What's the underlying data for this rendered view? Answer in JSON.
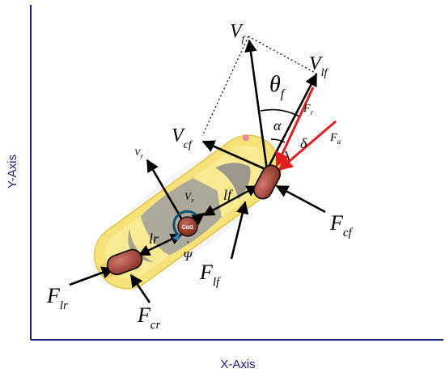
{
  "axes": {
    "x_label": "X-Axis",
    "y_label": "Y-Axis"
  },
  "labels": {
    "vf": {
      "main": "V",
      "sub": "f"
    },
    "vlf": {
      "main": "V",
      "sub": "lf"
    },
    "theta": {
      "main": "θ",
      "sub": "f"
    },
    "vcf": {
      "main": "V",
      "sub": "cf"
    },
    "fr": {
      "main": "F",
      "sub": "r"
    },
    "alpha": "α",
    "delta": "δ",
    "fa": {
      "main": "F",
      "sub": "a"
    },
    "vy": {
      "main": "V",
      "sub": "y"
    },
    "vx": {
      "main": "V",
      "sub": "x"
    },
    "lf": "lf",
    "lr": "lr",
    "cog": "CoG",
    "psi": "Ψ",
    "fcf": {
      "main": "F",
      "sub": "cf"
    },
    "flf": {
      "main": "F",
      "sub": "lf"
    },
    "flr": {
      "main": "F",
      "sub": "lr"
    },
    "fcr": {
      "main": "F",
      "sub": "cr"
    }
  },
  "colors": {
    "axis": "#1a1a7a",
    "force_red": "#e02020",
    "car_body": "#f7e27a",
    "wheel": "#a8453a",
    "yaw_arrow": "#2c7fb8"
  }
}
